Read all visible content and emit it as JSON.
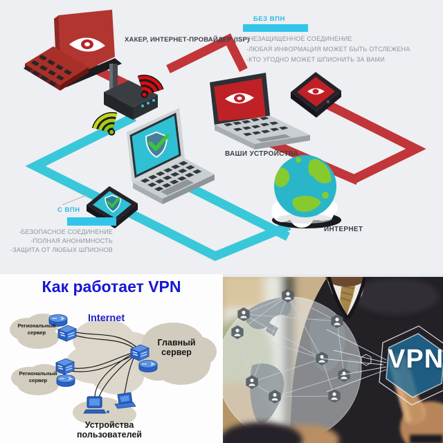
{
  "top_infographic": {
    "hacker_label": "ХАКЕР, ИНТЕРНЕТ-ПРОВАЙДЕР (ISP)",
    "no_vpn": {
      "title": "БЕЗ ВПН",
      "items": [
        "-НЕЗАЩИЩЕННОЕ СОЕДИНЕНИЕ",
        "-ЛЮБАЯ ИНФОРМАЦИЯ МОЖЕТ БЫТЬ ОТСЛЕЖЕНА",
        "-КТО УГОДНО МОЖЕТ ШПИОНИТЬ ЗА ВАМИ"
      ]
    },
    "with_vpn": {
      "title": "С ВПН",
      "items": [
        "-БЕЗОПАСНОЕ СОЕДИНЕНИЕ",
        "-ПОЛНАЯ АНОНИМНОСТЬ",
        "-ЗАЩИТА ОТ ЛЮБЫХ ШПИОНОВ"
      ]
    },
    "your_devices_label": "ВАШИ УСТРОЙСТВА",
    "internet_label": "ИНТЕРНЕТ"
  },
  "vpn_scheme": {
    "title": "Как работает VPN",
    "internet_label": "Internet",
    "regional_server_top_label": "Региональный сервер",
    "regional_server_bottom_label": "Региональный сервер",
    "main_server_label": "Главный сервер",
    "user_devices_label": "Устройства пользователей"
  },
  "photo": {
    "vpn_badge": "VPN"
  },
  "colors": {
    "top_background": "#edeff2",
    "danger_red": "#c23538",
    "safe_cyan": "#39c7da",
    "highlight_cyan": "#32c5e9",
    "muted_text": "#8d959c",
    "dark_text": "#3b4045",
    "scheme_title_blue": "#1616d2",
    "badge_blue": "#1f6f9c"
  }
}
